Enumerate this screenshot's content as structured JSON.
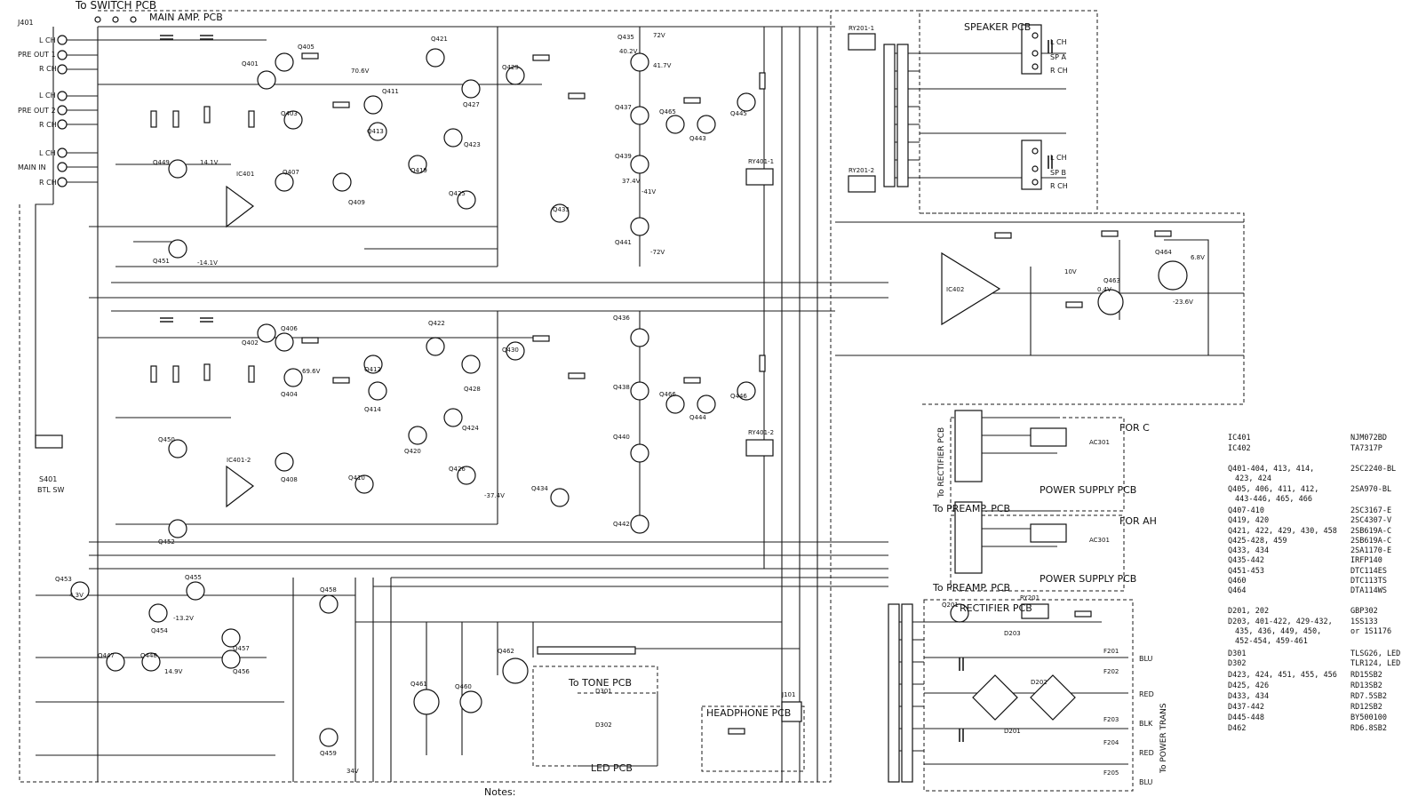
{
  "headers": {
    "switch_pcb": "To SWITCH PCB",
    "main_amp_pcb": "MAIN AMP. PCB",
    "speaker_pcb": "SPEAKER PCB",
    "tone_pcb": "To TONE PCB",
    "headphone_pcb": "HEADPHONE PCB",
    "led_pcb": "LED PCB",
    "rectifier_pcb": "RECTIFIER PCB",
    "to_rectifier_pcb": "To RECTIFIER PCB",
    "to_preamp_pcb_1": "To PREAMP. PCB",
    "to_preamp_pcb_2": "To PREAMP. PCB",
    "to_power_trans": "To POWER TRANS",
    "power_supply_pcb_1": "POWER SUPPLY PCB",
    "power_supply_pcb_2": "POWER SUPPLY PCB",
    "for_c": "FOR C",
    "for_ah": "FOR AH",
    "notes": "Notes:"
  },
  "left_io": {
    "j401": "J401",
    "lch1": "L CH",
    "pre_out_1": "PRE OUT 1",
    "rch1": "R CH",
    "lch2": "L CH",
    "pre_out_2": "PRE OUT 2",
    "rch2": "R CH",
    "lch3": "L CH",
    "main_in": "MAIN IN",
    "rch3": "R CH",
    "s401": "S401",
    "btl_sw": "BTL SW"
  },
  "speaker": {
    "sp_a": "SP A",
    "sp_b": "SP B",
    "lch_a": "L CH",
    "rch_a": "R CH",
    "lch_b": "L CH",
    "rch_b": "R CH"
  },
  "transformer_colors": [
    "BLU",
    "RED",
    "BLK",
    "RED",
    "BLU"
  ],
  "components": [
    {
      "id": "q401",
      "text": "Q401"
    },
    {
      "id": "q403",
      "text": "Q403"
    },
    {
      "id": "q405",
      "text": "Q405"
    },
    {
      "id": "q407",
      "text": "Q407"
    },
    {
      "id": "q409",
      "text": "Q409"
    },
    {
      "id": "q411",
      "text": "Q411"
    },
    {
      "id": "q413",
      "text": "Q413"
    },
    {
      "id": "q419",
      "text": "Q419"
    },
    {
      "id": "q421",
      "text": "Q421"
    },
    {
      "id": "q423",
      "text": "Q423"
    },
    {
      "id": "q425",
      "text": "Q425"
    },
    {
      "id": "q427",
      "text": "Q427"
    },
    {
      "id": "q429",
      "text": "Q429"
    },
    {
      "id": "q433",
      "text": "Q433"
    },
    {
      "id": "q435",
      "text": "Q435"
    },
    {
      "id": "q437",
      "text": "Q437"
    },
    {
      "id": "q439",
      "text": "Q439"
    },
    {
      "id": "q441",
      "text": "Q441"
    },
    {
      "id": "q443",
      "text": "Q443"
    },
    {
      "id": "q445",
      "text": "Q445"
    },
    {
      "id": "q449",
      "text": "Q449"
    },
    {
      "id": "q451",
      "text": "Q451"
    },
    {
      "id": "q402",
      "text": "Q402"
    },
    {
      "id": "q404",
      "text": "Q404"
    },
    {
      "id": "q406",
      "text": "Q406"
    },
    {
      "id": "q408",
      "text": "Q408"
    },
    {
      "id": "q410",
      "text": "Q410"
    },
    {
      "id": "q412",
      "text": "Q412"
    },
    {
      "id": "q414",
      "text": "Q414"
    },
    {
      "id": "q420",
      "text": "Q420"
    },
    {
      "id": "q422",
      "text": "Q422"
    },
    {
      "id": "q424",
      "text": "Q424"
    },
    {
      "id": "q426",
      "text": "Q426"
    },
    {
      "id": "q428",
      "text": "Q428"
    },
    {
      "id": "q430",
      "text": "Q430"
    },
    {
      "id": "q434",
      "text": "Q434"
    },
    {
      "id": "q436",
      "text": "Q436"
    },
    {
      "id": "q438",
      "text": "Q438"
    },
    {
      "id": "q440",
      "text": "Q440"
    },
    {
      "id": "q442",
      "text": "Q442"
    },
    {
      "id": "q444",
      "text": "Q444"
    },
    {
      "id": "q446",
      "text": "Q446"
    },
    {
      "id": "q450",
      "text": "Q450"
    },
    {
      "id": "q452",
      "text": "Q452"
    },
    {
      "id": "q453",
      "text": "Q453"
    },
    {
      "id": "q454",
      "text": "Q454"
    },
    {
      "id": "q455",
      "text": "Q455"
    },
    {
      "id": "q456",
      "text": "Q456"
    },
    {
      "id": "q457",
      "text": "Q457"
    },
    {
      "id": "q458",
      "text": "Q458"
    },
    {
      "id": "q459",
      "text": "Q459"
    },
    {
      "id": "q460",
      "text": "Q460"
    },
    {
      "id": "q461",
      "text": "Q461"
    },
    {
      "id": "q462",
      "text": "Q462"
    },
    {
      "id": "q463",
      "text": "Q463"
    },
    {
      "id": "q464",
      "text": "Q464"
    },
    {
      "id": "q465",
      "text": "Q465"
    },
    {
      "id": "q466",
      "text": "Q466"
    },
    {
      "id": "q447",
      "text": "Q447"
    },
    {
      "id": "q448",
      "text": "Q448"
    },
    {
      "id": "ic401",
      "text": "IC401"
    },
    {
      "id": "ic401_2",
      "text": "IC401-2"
    },
    {
      "id": "ic402",
      "text": "IC402"
    },
    {
      "id": "q201",
      "text": "Q201"
    },
    {
      "id": "ry201",
      "text": "RY201"
    },
    {
      "id": "ry201_1",
      "text": "RY201-1"
    },
    {
      "id": "ry201_2",
      "text": "RY201-2"
    },
    {
      "id": "ry401_1",
      "text": "RY401-1"
    },
    {
      "id": "ry401_2",
      "text": "RY401-2"
    },
    {
      "id": "j101",
      "text": "J101"
    },
    {
      "id": "d201",
      "text": "D201"
    },
    {
      "id": "d202",
      "text": "D202"
    },
    {
      "id": "d203",
      "text": "D203"
    },
    {
      "id": "d301",
      "text": "D301"
    },
    {
      "id": "d302",
      "text": "D302"
    },
    {
      "id": "ac301a",
      "text": "AC301"
    },
    {
      "id": "ac301b",
      "text": "AC301"
    },
    {
      "id": "f201",
      "text": "F201"
    },
    {
      "id": "f202",
      "text": "F202"
    },
    {
      "id": "f203",
      "text": "F203"
    },
    {
      "id": "f204",
      "text": "F204"
    },
    {
      "id": "f205",
      "text": "F205"
    }
  ],
  "values": {
    "v72": "72V",
    "v41_7": "41.7V",
    "v40_2": "40.2V",
    "vm72": "-72V",
    "vm41": "-41V",
    "v70_6": "70.6V",
    "v69_6": "69.6V",
    "v14_1": "14.1V",
    "vm14_1": "-14.1V",
    "v37_4": "37.4V",
    "vm37_4": "-37.4V",
    "v10v": "10V",
    "v0_4": "0.4V",
    "vm23_6": "-23.6V",
    "v6_8": "6.8V",
    "v14_9": "14.9V",
    "vm13_2": "-13.2V",
    "v34": "34V",
    "v4_3": "4.3V"
  },
  "legend": [
    {
      "ref": "IC401",
      "part": "NJM072BD"
    },
    {
      "ref": "IC402",
      "part": "TA7317P"
    },
    {
      "ref": "Q401-404, 413, 414,",
      "part": "2SC2240-BL"
    },
    {
      "ref": "423, 424",
      "part": ""
    },
    {
      "ref": "Q405, 406, 411, 412,",
      "part": "2SA970-BL"
    },
    {
      "ref": "443-446, 465, 466",
      "part": ""
    },
    {
      "ref": "Q407-410",
      "part": "2SC3167-E"
    },
    {
      "ref": "Q419, 420",
      "part": "2SC4307-V"
    },
    {
      "ref": "Q421, 422, 429, 430, 458",
      "part": "2SB619A-C"
    },
    {
      "ref": "Q425-428, 459",
      "part": "2SB619A-C"
    },
    {
      "ref": "Q433, 434",
      "part": "2SA1170-E"
    },
    {
      "ref": "Q435-442",
      "part": "IRFP140"
    },
    {
      "ref": "Q451-453",
      "part": "DTC114ES"
    },
    {
      "ref": "Q460",
      "part": "DTC113TS"
    },
    {
      "ref": "Q464",
      "part": "DTA114WS"
    },
    {
      "ref": "D201, 202",
      "part": "GBP302"
    },
    {
      "ref": "D203, 401-422, 429-432,",
      "part": "1SS133"
    },
    {
      "ref": "435, 436, 449, 450,",
      "part": "or 1S1176"
    },
    {
      "ref": "452-454, 459-461",
      "part": ""
    },
    {
      "ref": "D301",
      "part": "TLSG26, LED"
    },
    {
      "ref": "D302",
      "part": "TLR124, LED"
    },
    {
      "ref": "D423, 424, 451, 455, 456",
      "part": "RD15SB2"
    },
    {
      "ref": "D425, 426",
      "part": "RD13SB2"
    },
    {
      "ref": "D433, 434",
      "part": "RD7.5SB2"
    },
    {
      "ref": "D437-442",
      "part": "RD12SB2"
    },
    {
      "ref": "D445-448",
      "part": "BY500100"
    },
    {
      "ref": "D462",
      "part": "RD6.8SB2"
    }
  ]
}
